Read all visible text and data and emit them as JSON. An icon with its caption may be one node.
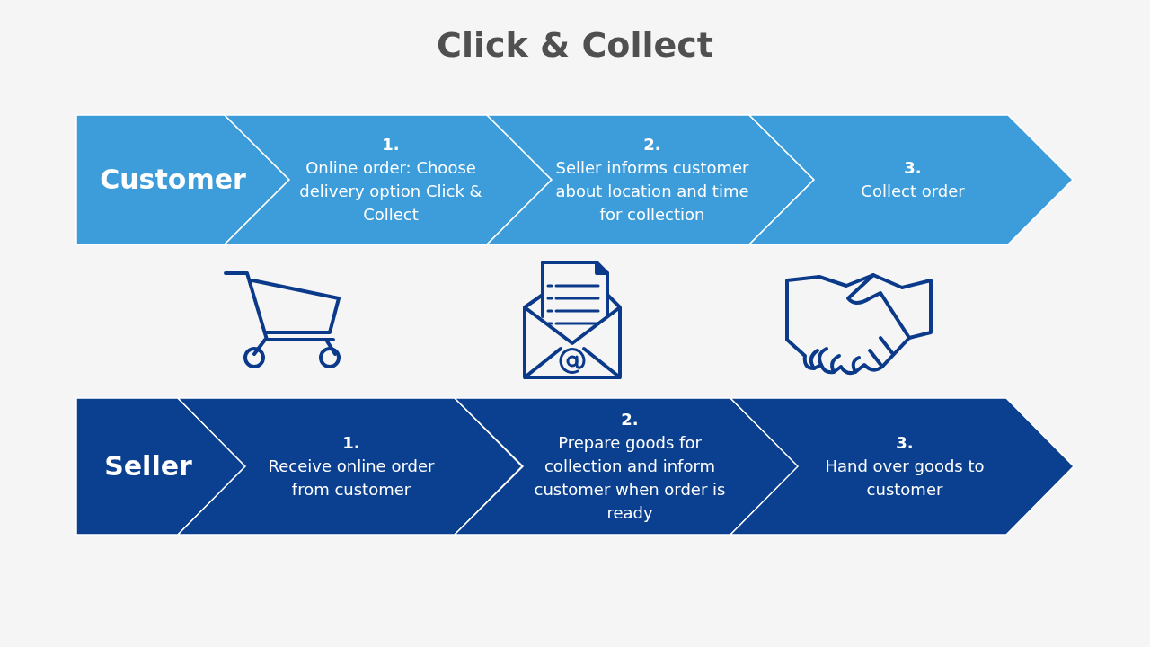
{
  "diagram": {
    "title": "Click & Collect",
    "nodes": [
      {
        "text": [
          "Customer"
        ]
      },
      {
        "text": [
          "1.",
          "Online order: Choose delivery option Click & Collect"
        ]
      },
      {
        "text": [
          "2.",
          "Seller informs customer about location and time for collection"
        ]
      },
      {
        "text": [
          "3.",
          "Collect order"
        ]
      },
      {
        "text": [
          "Seller"
        ]
      },
      {
        "text": [
          "1.",
          "Receive online order from customer"
        ]
      },
      {
        "text": [
          "2.",
          "Prepare goods for collection and inform customer when order is ready"
        ]
      },
      {
        "text": [
          "3.",
          "Hand over goods to customer"
        ]
      }
    ]
  }
}
